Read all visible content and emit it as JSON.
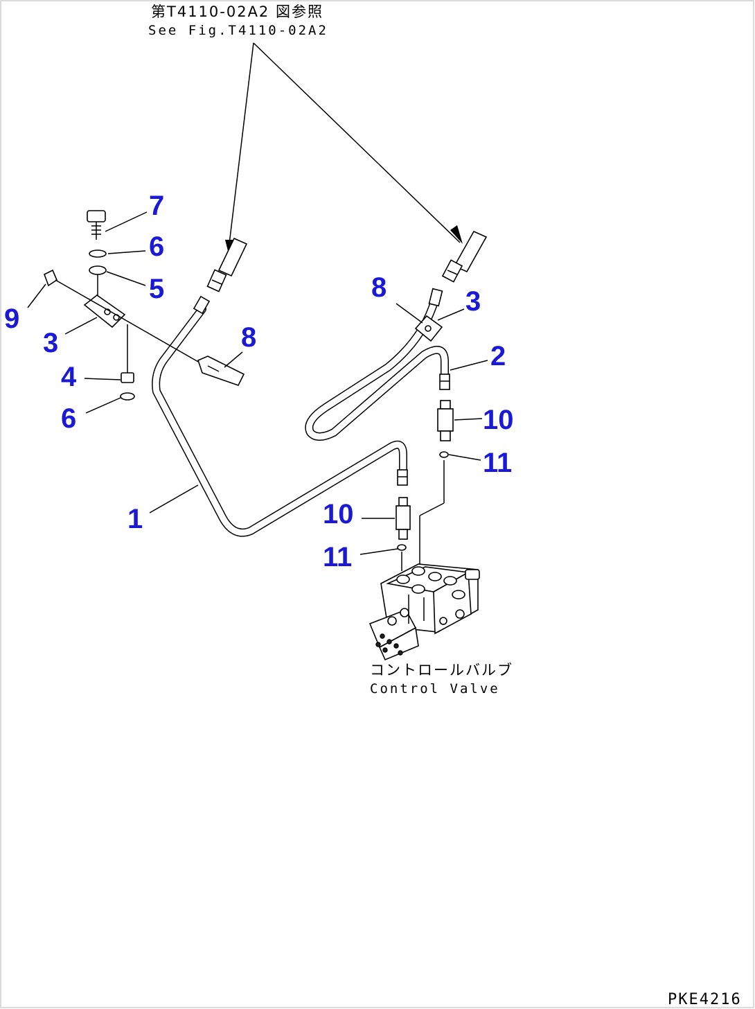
{
  "reference": {
    "jp": "第T4110-02A2 図参照",
    "en": "See Fig.T4110-02A2"
  },
  "component": {
    "jp": "コントロールバルブ",
    "en": "Control Valve"
  },
  "callouts": {
    "c1": "1",
    "c2": "2",
    "c3a": "3",
    "c3b": "3",
    "c4": "4",
    "c5": "5",
    "c6a": "6",
    "c6b": "6",
    "c7": "7",
    "c8a": "8",
    "c8b": "8",
    "c9": "9",
    "c10a": "10",
    "c10b": "10",
    "c11a": "11",
    "c11b": "11"
  },
  "drawing_code": "PKE4216",
  "colors": {
    "callout": "#1a1ad6",
    "line": "#000000",
    "background": "#ffffff"
  }
}
